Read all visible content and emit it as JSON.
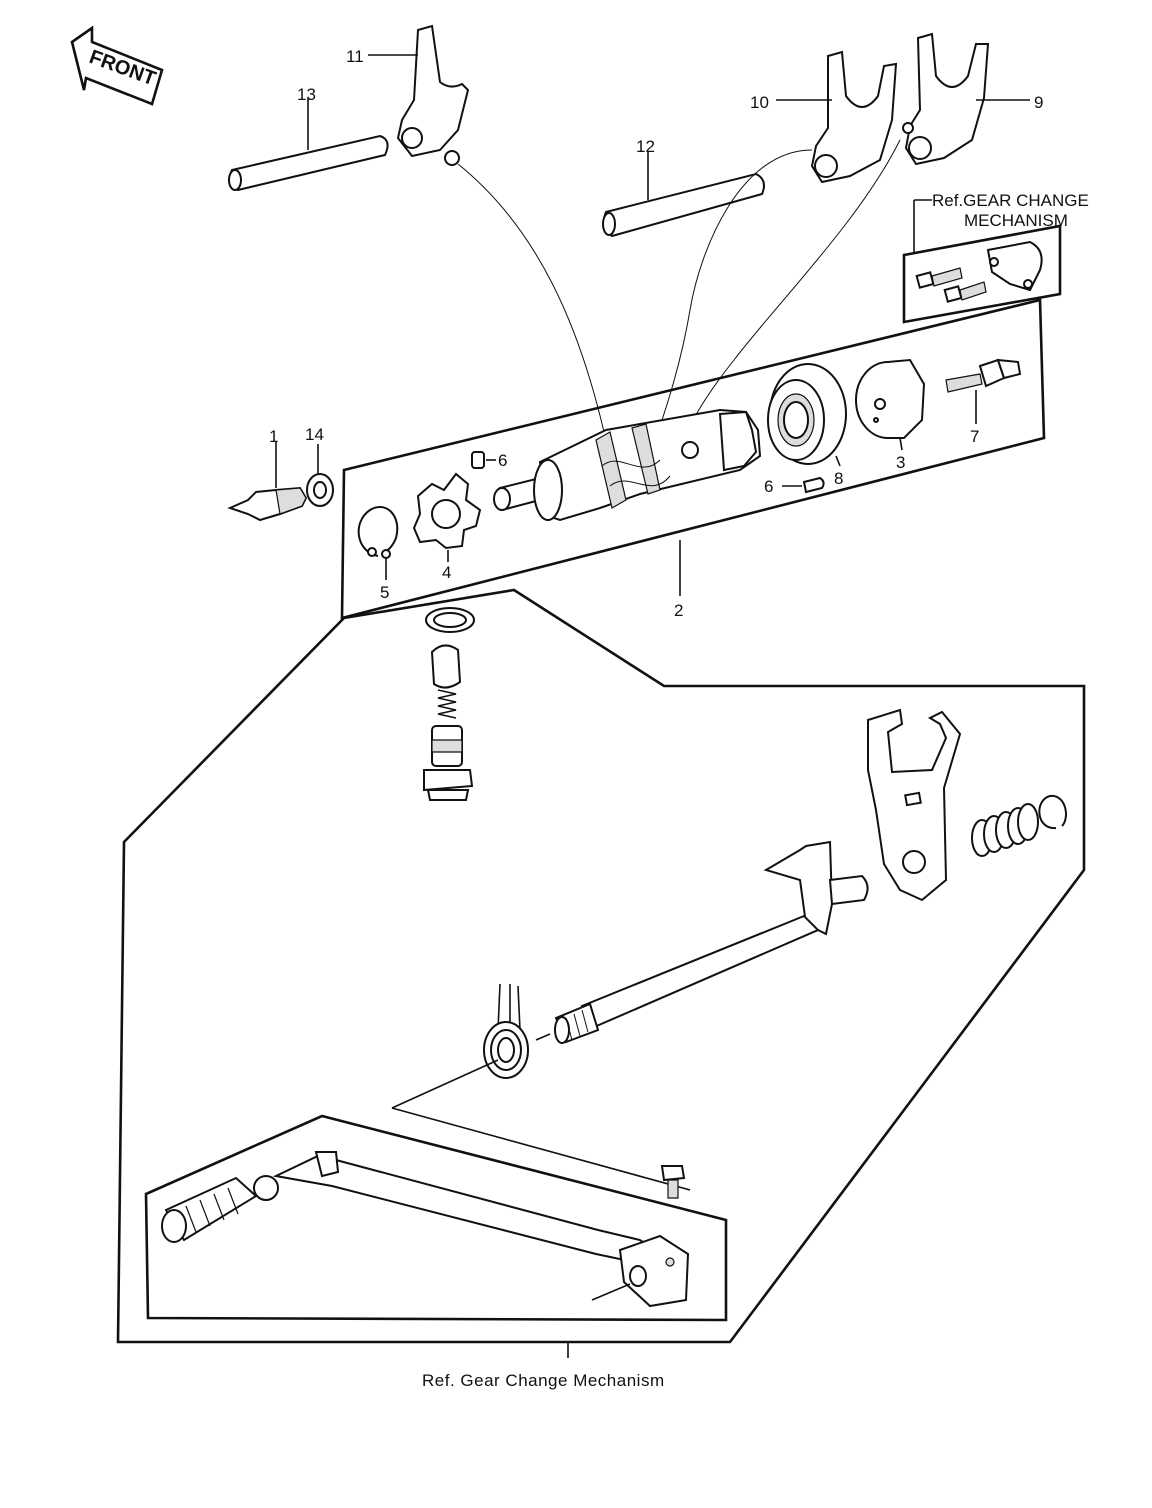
{
  "orientation": {
    "front_label": "FRONT"
  },
  "callouts": {
    "c1": "1",
    "c2": "2",
    "c3": "3",
    "c4": "4",
    "c5": "5",
    "c6a": "6",
    "c6b": "6",
    "c7": "7",
    "c8": "8",
    "c9": "9",
    "c10": "10",
    "c11": "11",
    "c12": "12",
    "c13": "13",
    "c14": "14"
  },
  "references": {
    "top_line1": "Ref.GEAR CHANGE",
    "top_line2": "MECHANISM",
    "bottom": "Ref.  Gear  Change  Mechanism"
  },
  "colors": {
    "ink": "#111111",
    "paper": "#ffffff"
  }
}
